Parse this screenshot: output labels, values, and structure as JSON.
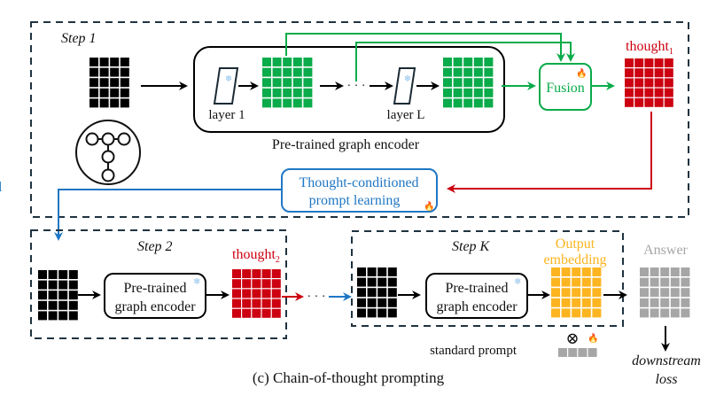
{
  "colors": {
    "black": "#000000",
    "green": "#0aab4a",
    "red": "#cc0010",
    "blue": "#1f77c4",
    "orange": "#fcb520",
    "gray": "#a6a6a6",
    "dash": "#1f3340",
    "snow": "#8ec1ea",
    "fire": "#d40d14"
  },
  "step1": {
    "title": "Step 1",
    "layer1_label": "layer 1",
    "layerL_label": "layer L",
    "dots": "· · ·",
    "encoder_caption": "Pre-trained graph encoder",
    "fusion_label": "Fusion",
    "thought_label": "thought",
    "thought_sub": "1",
    "prompt_box_line1": "Thought-conditioned",
    "prompt_box_line2": "prompt learning"
  },
  "step2": {
    "title": "Step 2",
    "encoder_line1": "Pre-trained",
    "encoder_line2": "graph encoder",
    "thought_label": "thought",
    "thought_sub": "2"
  },
  "between_dots": "· · ·",
  "stepK": {
    "title": "Step K",
    "encoder_line1": "Pre-trained",
    "encoder_line2": "graph encoder",
    "output_line1": "Output",
    "output_line2": "embedding"
  },
  "answer_label": "Answer",
  "standard_prompt_label": "standard prompt",
  "otimes": "⊗",
  "downstream_line1": "downstream",
  "downstream_line2": "loss",
  "caption": "(c) Chain-of-thought prompting",
  "left_edge_fragment": "l",
  "icons": {
    "snowflake": "❄",
    "fire": "🔥"
  }
}
